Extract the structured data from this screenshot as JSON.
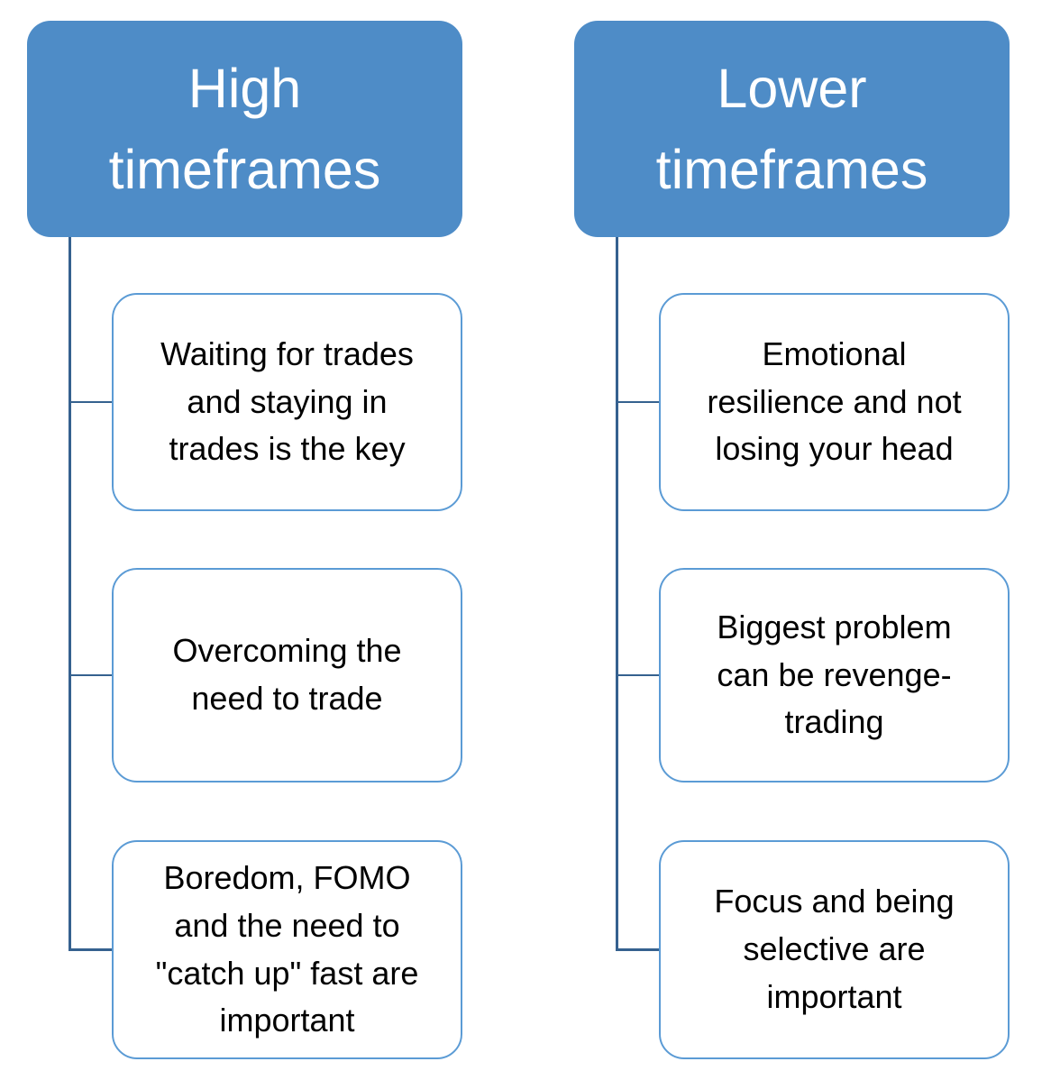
{
  "diagram": {
    "type": "hierarchy-list",
    "columns": [
      {
        "header": "High timeframes",
        "items": [
          "Waiting for trades and staying in trades is the key",
          "Overcoming the need to trade",
          "Boredom, FOMO and the need to \"catch up\" fast are important"
        ]
      },
      {
        "header": "Lower timeframes",
        "items": [
          "Emotional resilience and not losing your head",
          "Biggest problem can be revenge-trading",
          "Focus and being selective are important"
        ]
      }
    ]
  },
  "colors": {
    "header_fill": "#4E8CC7",
    "header_text": "#FFFFFF",
    "item_border": "#5B9BD5",
    "item_text": "#000000",
    "connector": "#35618F",
    "background": "#FFFFFF"
  }
}
